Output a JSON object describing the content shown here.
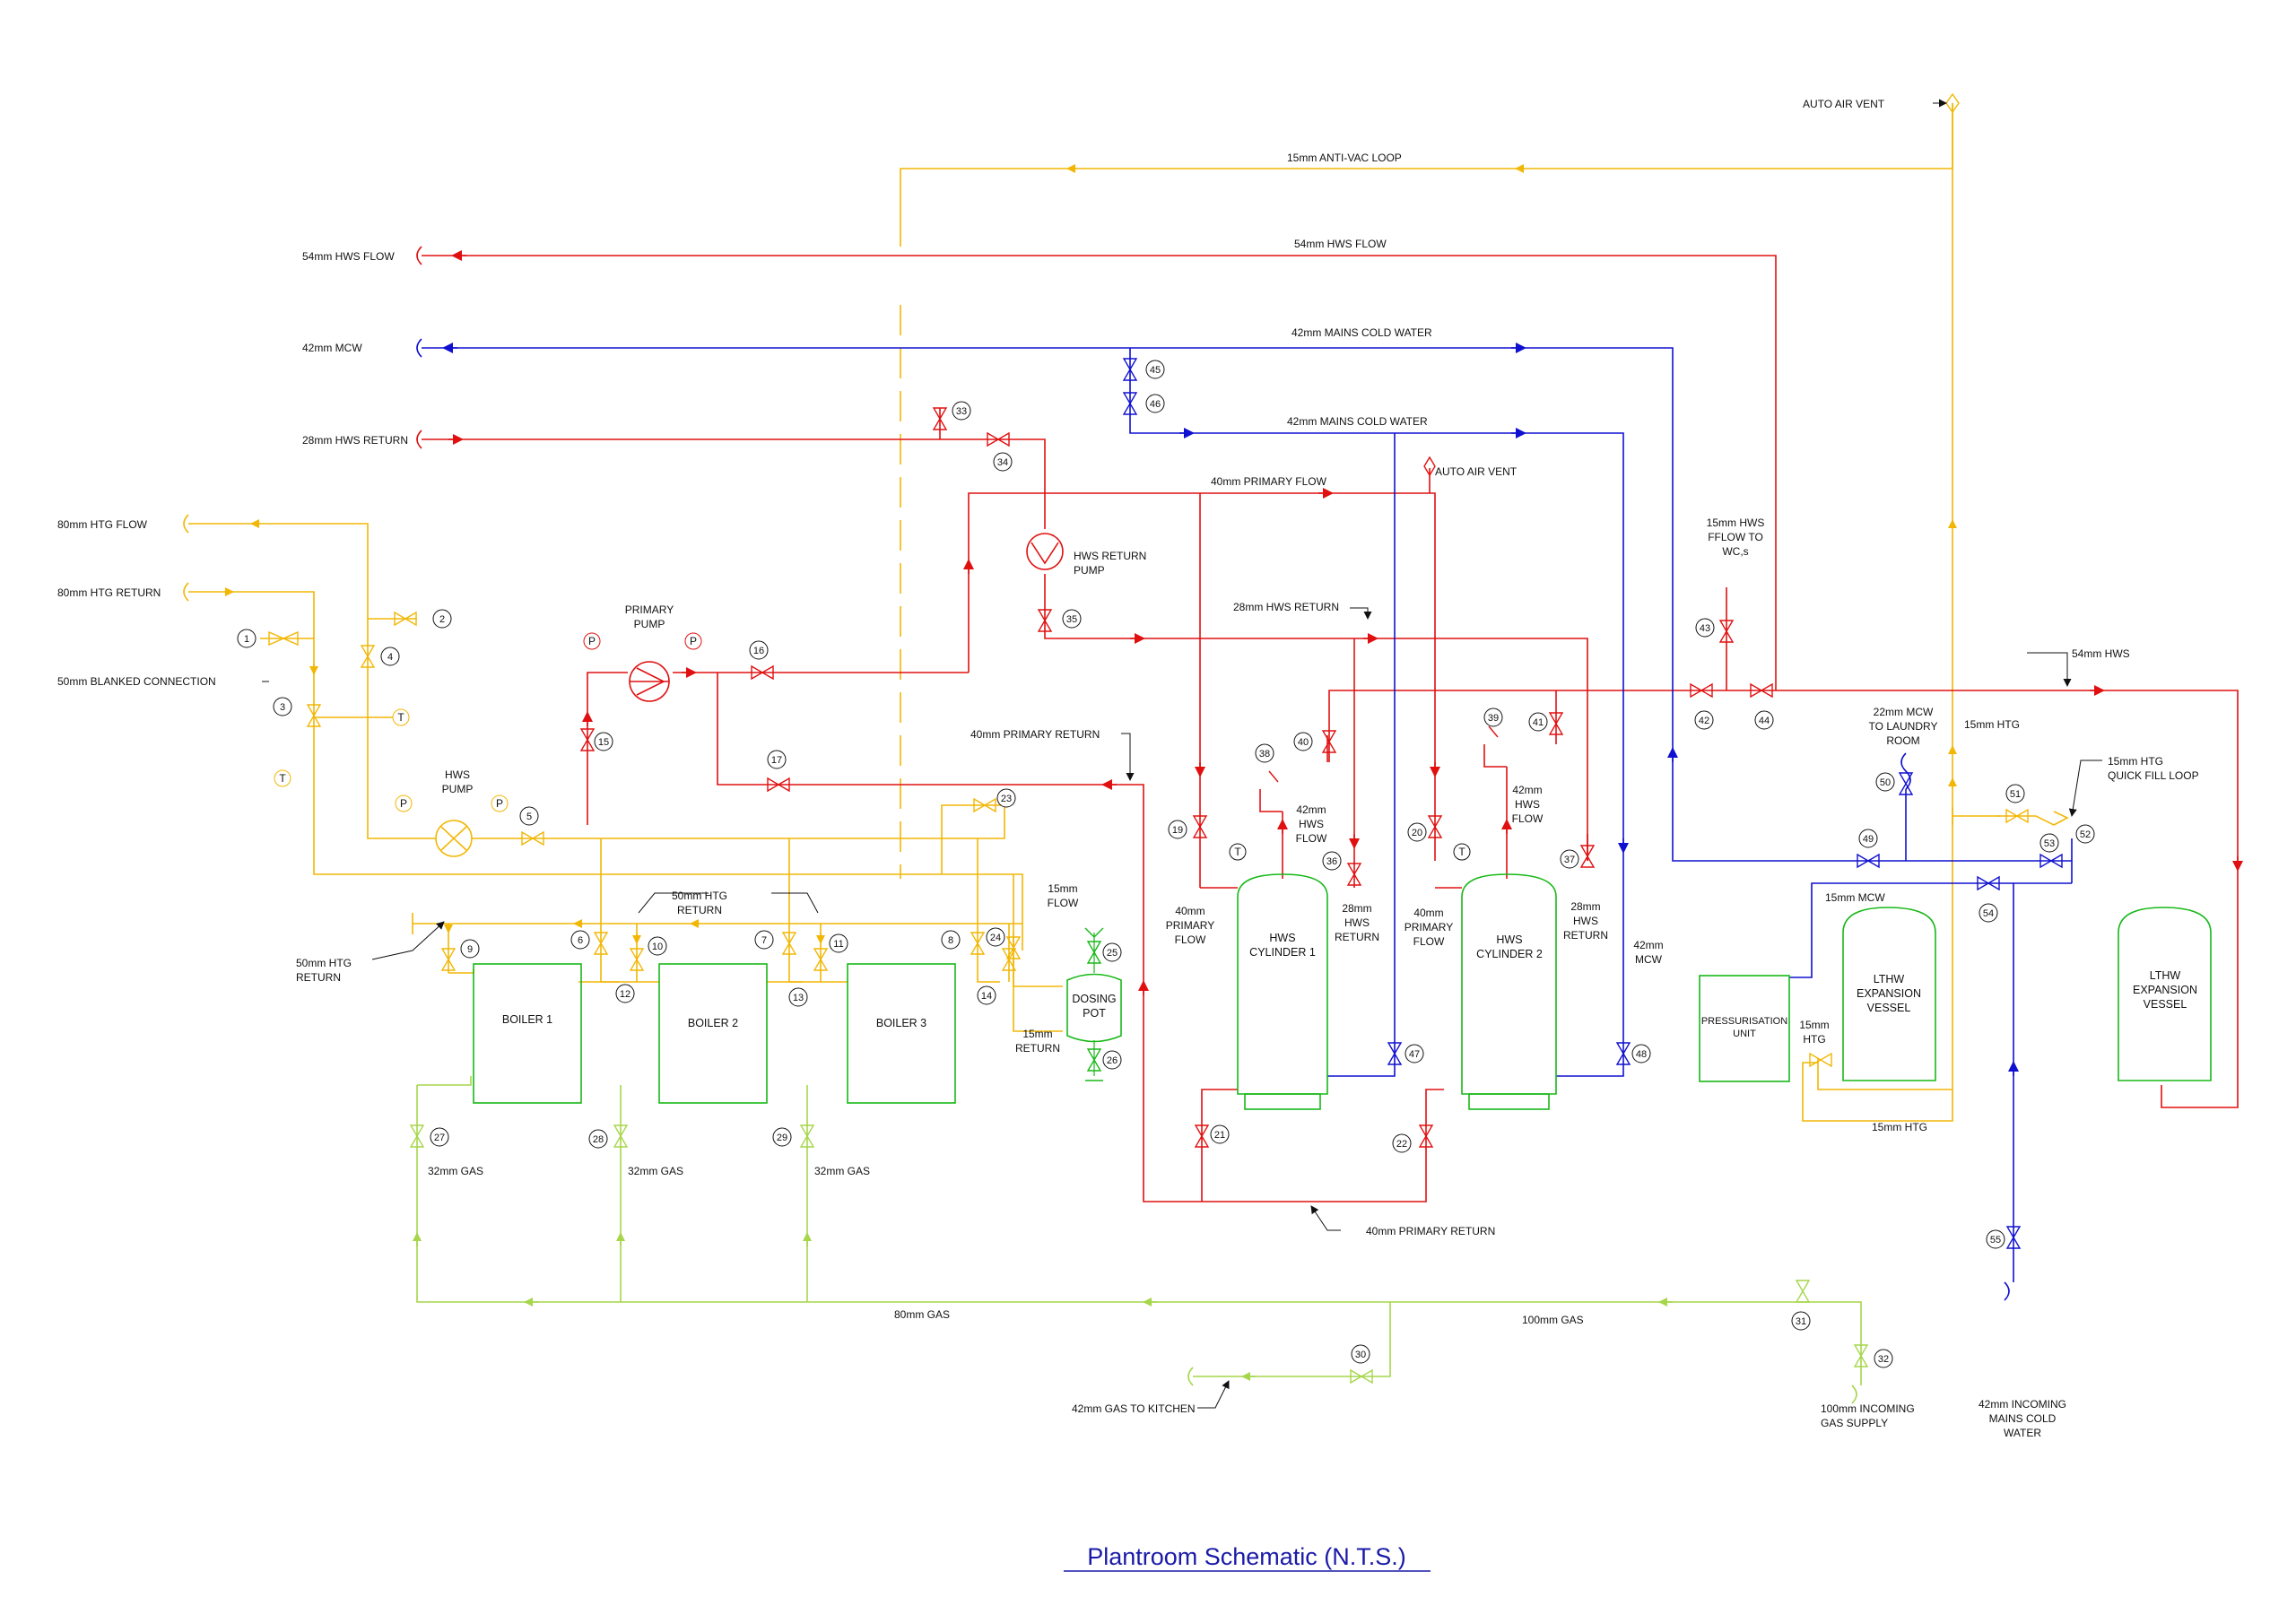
{
  "title": "Plantroom  Schematic  (N.T.S.)",
  "colors": {
    "htg": "#F2B705",
    "hws": "#E01010",
    "mcw": "#1010D0",
    "gas": "#A6D64A",
    "equipment": "#18B818",
    "text": "#111111",
    "title": "#1A1AA8"
  },
  "labels": {
    "auto_air_vent_top": "AUTO AIR VENT",
    "anti_vac": "15mm ANTI-VAC LOOP",
    "hws_flow_top": "54mm HWS FLOW",
    "hws_flow_end": "54mm HWS FLOW",
    "mcw_end": "42mm MCW",
    "mains_cold_1": "42mm MAINS COLD WATER",
    "mains_cold_2": "42mm MAINS COLD WATER",
    "hws_return_end": "28mm HWS RETURN",
    "auto_air_vent_mid": "AUTO AIR VENT",
    "primary_flow": "40mm PRIMARY FLOW",
    "htg_flow": "80mm HTG FLOW",
    "htg_return": "80mm HTG RETURN",
    "blanked": "50mm BLANKED CONNECTION",
    "hws_return_28": "28mm HWS RETURN",
    "hws_ffl_1": "15mm HWS",
    "hws_ffl_2": "FFLOW TO",
    "hws_ffl_3": "WC,s",
    "hws_54": "54mm HWS",
    "laundry_1": "22mm MCW",
    "laundry_2": "TO LAUNDRY",
    "laundry_3": "ROOM",
    "htg_15_right": "15mm HTG",
    "quick_fill_1": "15mm HTG",
    "quick_fill_2": "QUICK FILL LOOP",
    "primary_return_40": "40mm PRIMARY RETURN",
    "mcw_15": "15mm MCW",
    "htg_return_50_1": "50mm HTG",
    "htg_return_50_2": "RETURN",
    "htg_return_50b_1": "50mm HTG",
    "htg_return_50b_2": "RETURN",
    "flow_15_1": "15mm",
    "flow_15_2": "FLOW",
    "return_15_1": "15mm",
    "return_15_2": "RETURN",
    "pf_1a": "40mm",
    "pf_1b": "PRIMARY",
    "pf_1c": "FLOW",
    "pf_2a": "40mm",
    "pf_2b": "PRIMARY",
    "pf_2c": "FLOW",
    "hf_1a": "42mm",
    "hf_1b": "HWS",
    "hf_1c": "FLOW",
    "hf_2a": "42mm",
    "hf_2b": "HWS",
    "hf_2c": "FLOW",
    "hr_1a": "28mm",
    "hr_1b": "HWS",
    "hr_1c": "RETURN",
    "hr_2a": "28mm",
    "hr_2b": "HWS",
    "hr_2c": "RETURN",
    "mcw_42a": "42mm",
    "mcw_42b": "MCW",
    "htg_15a": "15mm",
    "htg_15b": "HTG",
    "htg_15_bottom": "15mm HTG",
    "gas_32_1": "32mm GAS",
    "gas_32_2": "32mm GAS",
    "gas_32_3": "32mm GAS",
    "gas_80": "80mm GAS",
    "gas_100": "100mm GAS",
    "gas_kitchen": "42mm GAS TO KITCHEN",
    "primary_return_bottom": "40mm PRIMARY RETURN",
    "gas_supply_1": "100mm INCOMING",
    "gas_supply_2": "GAS SUPPLY",
    "mains_in_1": "42mm INCOMING",
    "mains_in_2": "MAINS COLD",
    "mains_in_3": "WATER"
  },
  "components": {
    "boiler1": "BOILER 1",
    "boiler2": "BOILER 2",
    "boiler3": "BOILER 3",
    "cyl1_a": "HWS",
    "cyl1_b": "CYLINDER 1",
    "cyl2_a": "HWS",
    "cyl2_b": "CYLINDER 2",
    "exp1_a": "LTHW",
    "exp1_b": "EXPANSION",
    "exp1_c": "VESSEL",
    "exp2_a": "LTHW",
    "exp2_b": "EXPANSION",
    "exp2_c": "VESSEL",
    "press_a": "PRESSURISATION",
    "press_b": "UNIT",
    "dosing_a": "DOSING",
    "dosing_b": "POT",
    "primary_pump_a": "PRIMARY",
    "primary_pump_b": "PUMP",
    "hws_pump_a": "HWS",
    "hws_pump_b": "PUMP",
    "hws_return_pump_a": "HWS RETURN",
    "hws_return_pump_b": "PUMP"
  },
  "gauges": {
    "p": "P",
    "t": "T"
  },
  "valve_numbers": [
    "1",
    "2",
    "3",
    "4",
    "5",
    "6",
    "7",
    "8",
    "9",
    "10",
    "11",
    "12",
    "13",
    "14",
    "15",
    "16",
    "17",
    "19",
    "20",
    "21",
    "22",
    "23",
    "24",
    "25",
    "26",
    "27",
    "28",
    "29",
    "30",
    "31",
    "32",
    "33",
    "34",
    "35",
    "36",
    "37",
    "38",
    "39",
    "40",
    "41",
    "42",
    "43",
    "44",
    "45",
    "46",
    "47",
    "48",
    "49",
    "50",
    "51",
    "52",
    "53",
    "54",
    "55"
  ]
}
